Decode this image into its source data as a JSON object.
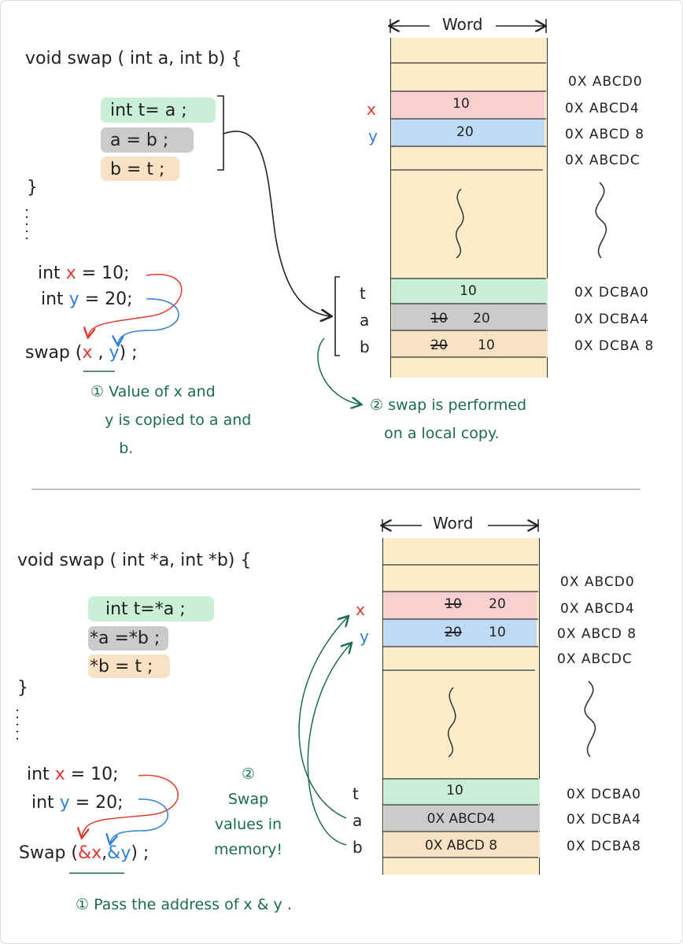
{
  "top": {
    "header": "void swap ( int a, int b) {",
    "body": [
      "int t= a ;",
      "a = b ;",
      "b = t ;"
    ],
    "close": "}",
    "decl_x": {
      "kw": "int",
      "var": "x",
      "rest": " = 10;"
    },
    "decl_y": {
      "kw": "int",
      "var": "y",
      "rest": " = 20;"
    },
    "call": {
      "pre": "swap (",
      "x": "x",
      "sep": " , ",
      "y": "y",
      "post": ") ;"
    },
    "note1": "① Value of x and\n   y is copied to a and\n      b.",
    "note2": "② swap is performed\n   on a local copy.",
    "word": "Word",
    "mem": [
      {
        "label": "x",
        "value": "10",
        "addr": "0X ABCD4"
      },
      {
        "label": "y",
        "value": "20",
        "addr": "0X ABCD 8"
      }
    ],
    "addr_first": "0X ABCD0",
    "addr_last": "0X ABCDC",
    "stack": [
      {
        "label": "t",
        "old": "",
        "value": "10",
        "addr": "0X DCBA0"
      },
      {
        "label": "a",
        "old": "10",
        "value": "20",
        "addr": "0X DCBA4"
      },
      {
        "label": "b",
        "old": "20",
        "value": "10",
        "addr": "0X DCBA 8"
      }
    ]
  },
  "bottom": {
    "header": "void swap ( int *a, int *b) {",
    "body": [
      "int t=*a ;",
      "*a =*b ;",
      "*b = t ;"
    ],
    "close": "}",
    "decl_x": {
      "kw": "int",
      "var": "x",
      "rest": " = 10;"
    },
    "decl_y": {
      "kw": "int",
      "var": "y",
      "rest": " = 20;"
    },
    "call": {
      "pre": "Swap (",
      "x": "&x",
      "sep": ",",
      "y": "&y",
      "post": ") ;"
    },
    "note1": "① Pass the address of x & y .",
    "note2": "②\nSwap\nvalues in\nmemory!",
    "word": "Word",
    "mem": [
      {
        "label": "x",
        "old": "10",
        "value": "20",
        "addr": "0X ABCD4"
      },
      {
        "label": "y",
        "old": "20",
        "value": "10",
        "addr": "0X ABCD 8"
      }
    ],
    "addr_first": "0X ABCD0",
    "addr_last": "0X ABCDC",
    "stack": [
      {
        "label": "t",
        "value": "10",
        "addr": "0X DCBA0"
      },
      {
        "label": "a",
        "value": "0X ABCD4",
        "addr": "0X DCBA4"
      },
      {
        "label": "b",
        "value": "0X ABCD 8",
        "addr": "0X DCBA8"
      }
    ]
  },
  "colors": {
    "pink": "#f9cfcf",
    "blue": "#bfdaf5",
    "gray": "#cbcbcb",
    "green": "#c9efd7",
    "orange": "#f9e2c3",
    "paper": "#fbedc9",
    "accent_green": "#1a6b4f",
    "red": "#e0392b",
    "code_blue": "#2f7fd6"
  }
}
